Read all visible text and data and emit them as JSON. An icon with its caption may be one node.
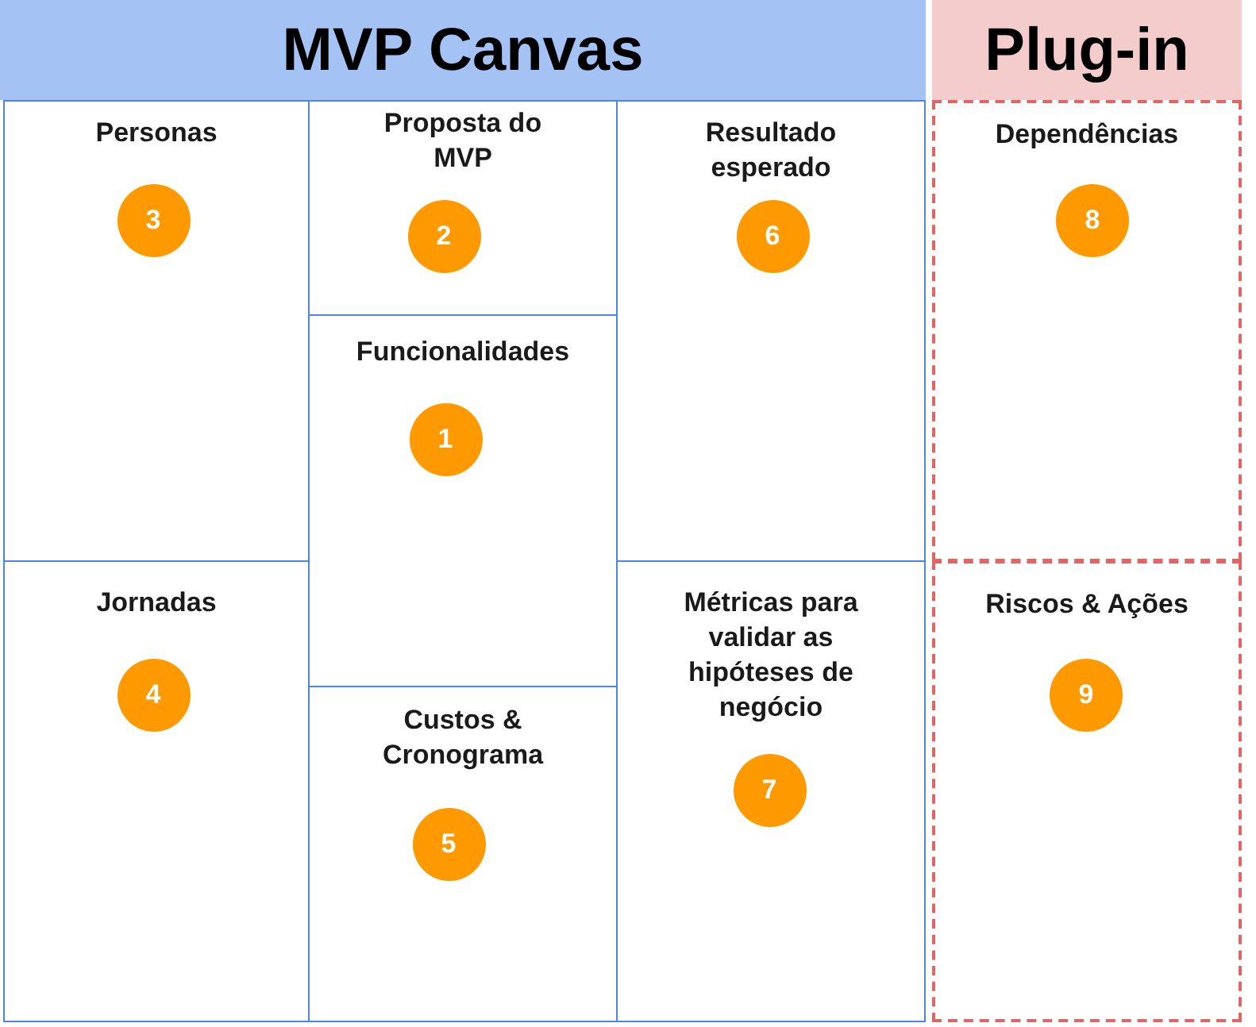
{
  "diagram": {
    "nodes": [
      {
        "text": [
          "MVP Canvas"
        ]
      },
      {
        "text": [
          "Plug-in"
        ]
      },
      {
        "text": [
          "Personas"
        ]
      },
      {
        "text": [
          "3"
        ],
        "in": 2
      },
      {
        "text": [
          "Proposta do MVP"
        ]
      },
      {
        "text": [
          "2"
        ],
        "in": 4
      },
      {
        "text": [
          "Resultado esperado"
        ]
      },
      {
        "text": [
          "6"
        ],
        "in": 6
      },
      {
        "text": [
          "Dependências"
        ]
      },
      {
        "text": [
          "8"
        ],
        "in": 8
      },
      {
        "text": [
          "Funcionalidades"
        ]
      },
      {
        "text": [
          "1"
        ],
        "in": 10
      },
      {
        "text": [
          "Jornadas"
        ]
      },
      {
        "text": [
          "4"
        ],
        "in": 12
      },
      {
        "text": [
          "Métricas para validar as hipóteses de negócio"
        ]
      },
      {
        "text": [
          "7"
        ],
        "in": 14
      },
      {
        "text": [
          "Riscos & Ações"
        ]
      },
      {
        "text": [
          "9"
        ],
        "in": 16
      },
      {
        "text": [
          "Custos & Cronograma"
        ]
      },
      {
        "text": [
          "5"
        ],
        "in": 18
      }
    ]
  }
}
